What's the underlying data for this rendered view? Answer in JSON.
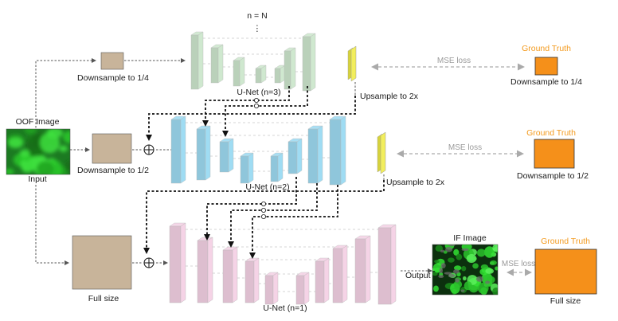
{
  "labels": {
    "n_top": "n = N",
    "dots": "⋮",
    "oof_image": "OOF Image",
    "input": "Input",
    "downsample_quarter": "Downsample to 1/4",
    "downsample_half": "Downsample to 1/2",
    "full_size": "Full size",
    "unet3": "U-Net (n=3)",
    "unet2": "U-Net (n=2)",
    "unet1": "U-Net (n=1)",
    "upsample_2x_top": "Upsample to 2x",
    "upsample_2x_mid": "Upsample to 2x",
    "if_image": "IF Image",
    "output": "Output",
    "gt_top": "Ground Truth",
    "gt_mid": "Ground Truth",
    "gt_bottom": "Ground Truth",
    "gt_down_quarter": "Downsample to 1/4",
    "gt_down_half": "Downsample to 1/2",
    "gt_full_size": "Full size",
    "mse_top": "MSE loss",
    "mse_mid": "MSE loss",
    "mse_bottom": "MSE loss"
  },
  "colors": {
    "unet3_fill": "#cfe8cf",
    "unet2_fill": "#9fdcf3",
    "unet1_fill": "#f5d3e6",
    "input_box": "#c8b49a",
    "ground_truth": "#f5901a",
    "upsample_bar": "#f2ee5c",
    "microscopy_green": "#2fd62f"
  }
}
